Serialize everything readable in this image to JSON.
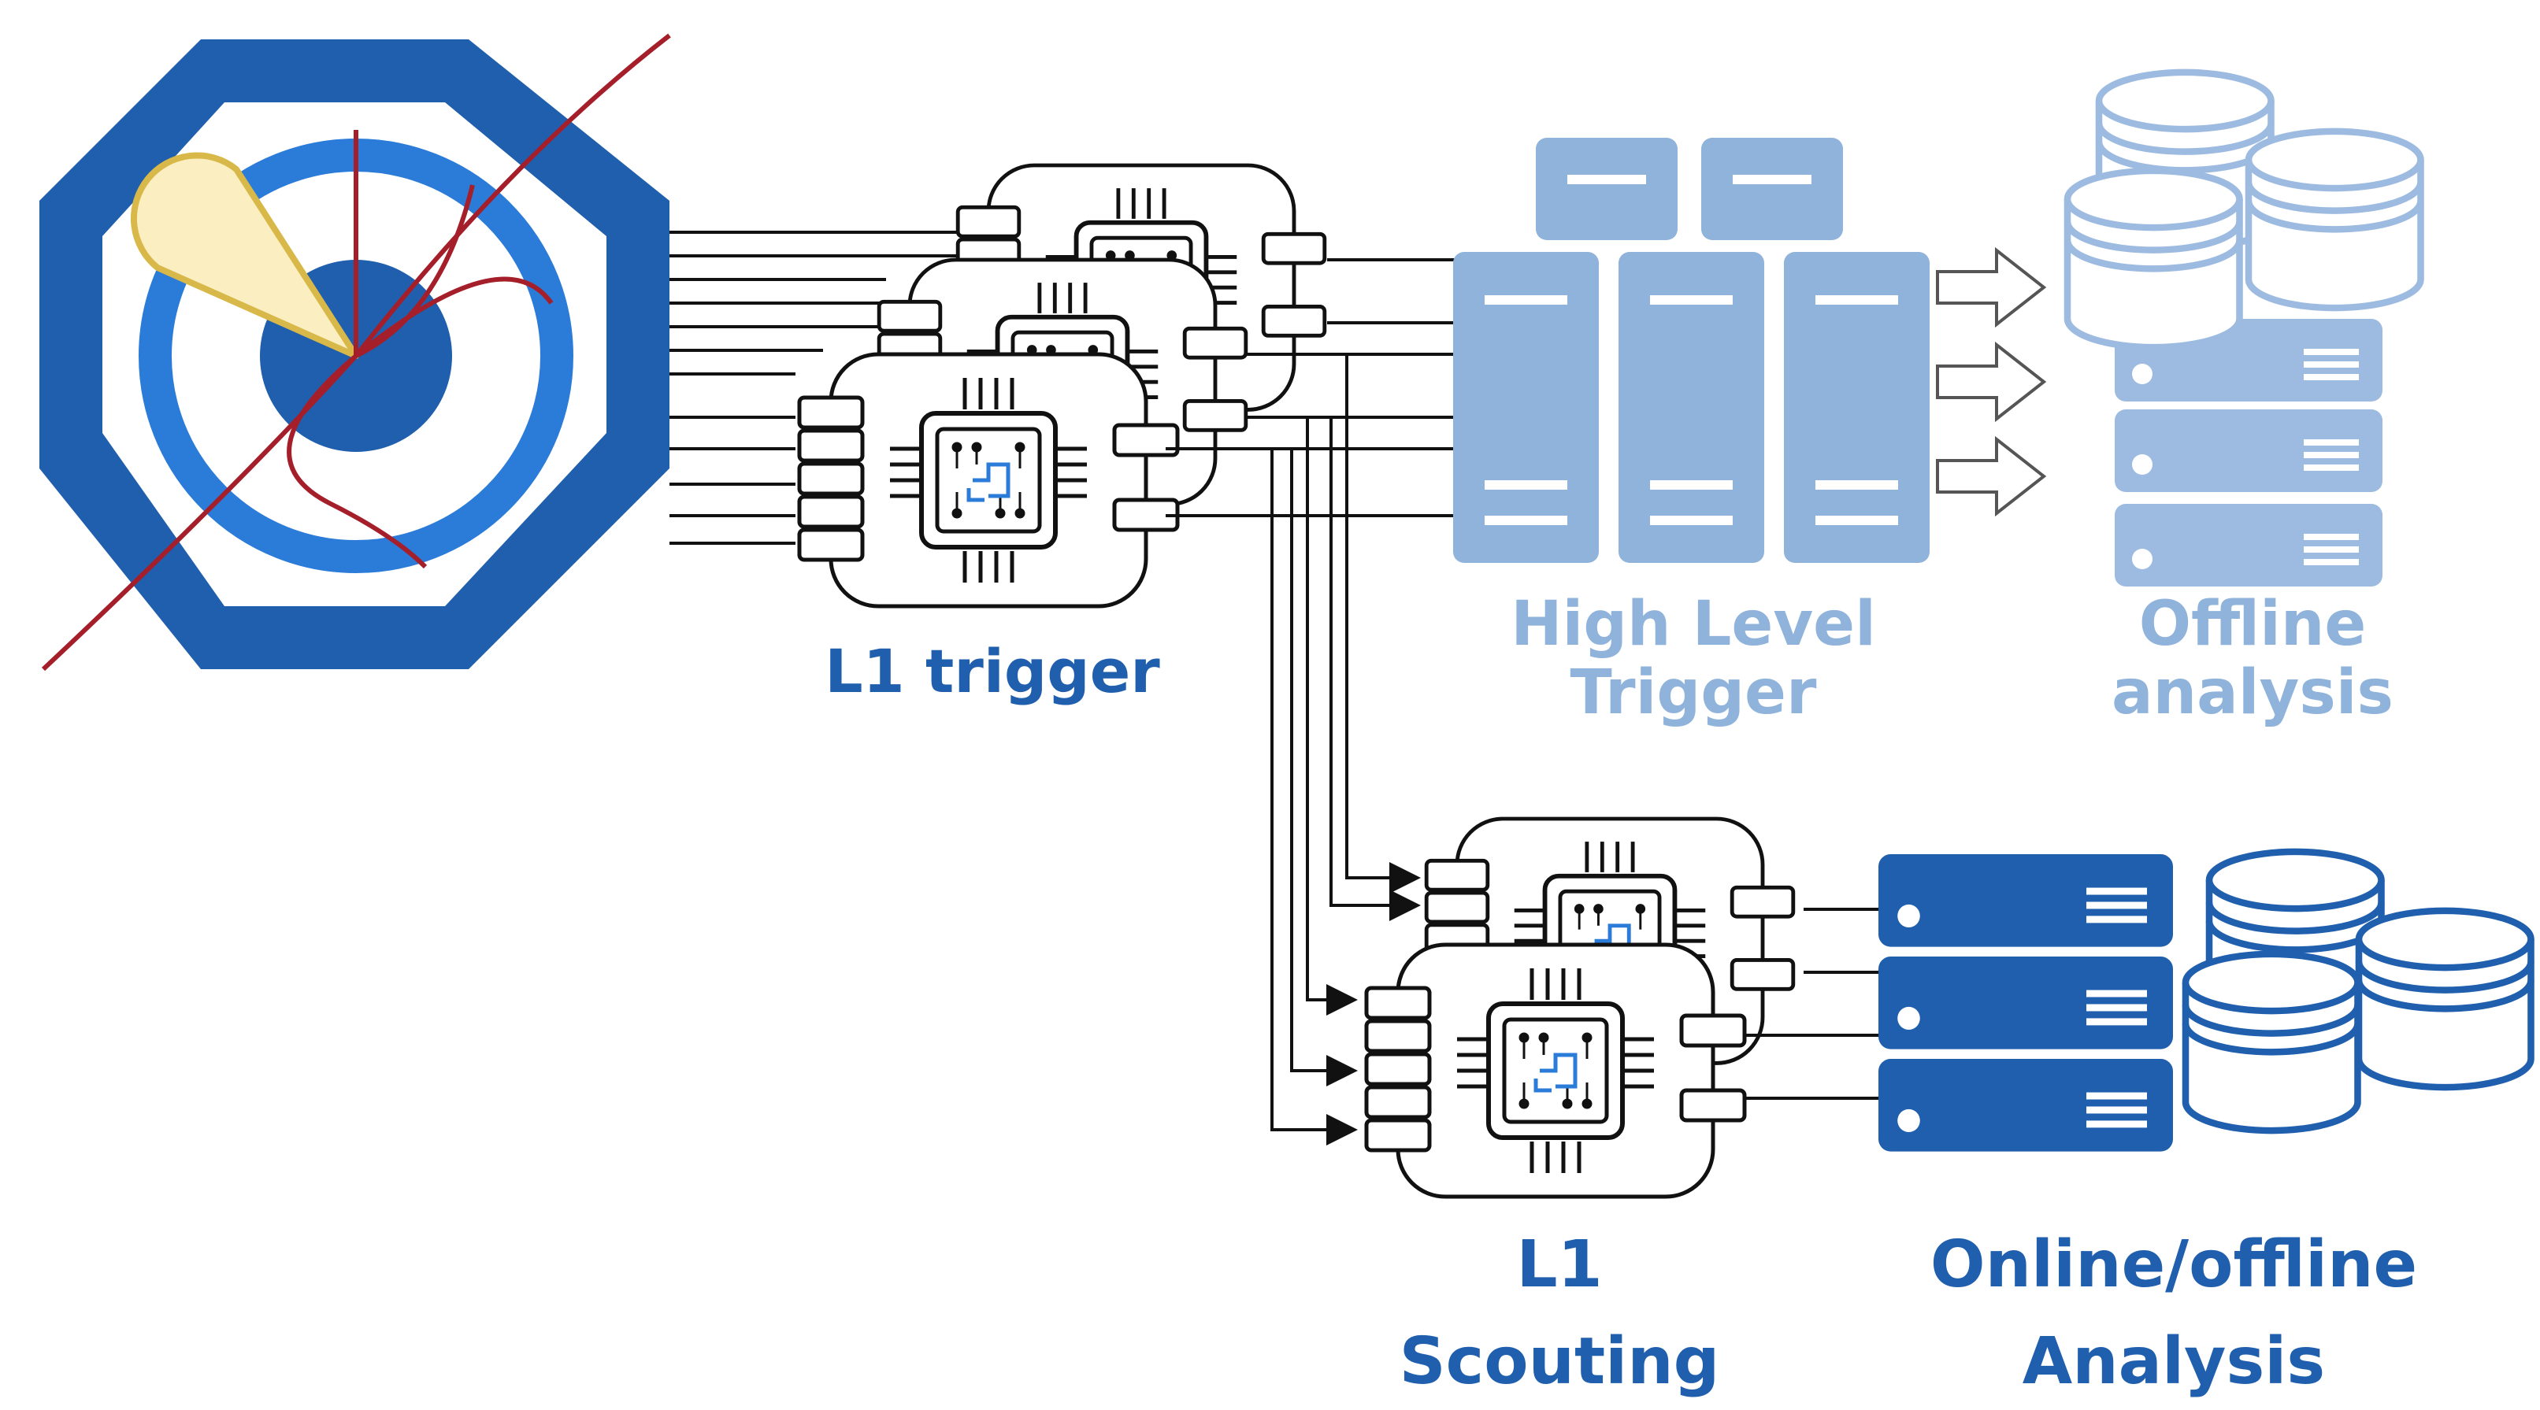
{
  "labels": {
    "l1_trigger": "L1 trigger",
    "hlt_line1": "High Level",
    "hlt_line2": "Trigger",
    "offline_line1": "Offline",
    "offline_line2": "analysis",
    "scouting_line1": "L1",
    "scouting_line2": "Scouting",
    "online_line1": "Online/offline",
    "online_line2": "Analysis"
  },
  "colors": {
    "detector_dark": "#1f5fae",
    "detector_ring": "#2b7bd9",
    "track_red": "#a51f2b",
    "jet_cone": "#fbeec1",
    "jet_outline": "#d9b84a",
    "hlt_blue": "#8fb3da",
    "offline_blue": "#9dbbe0",
    "online_blue": "#1f5fae",
    "line_black": "#111111"
  }
}
